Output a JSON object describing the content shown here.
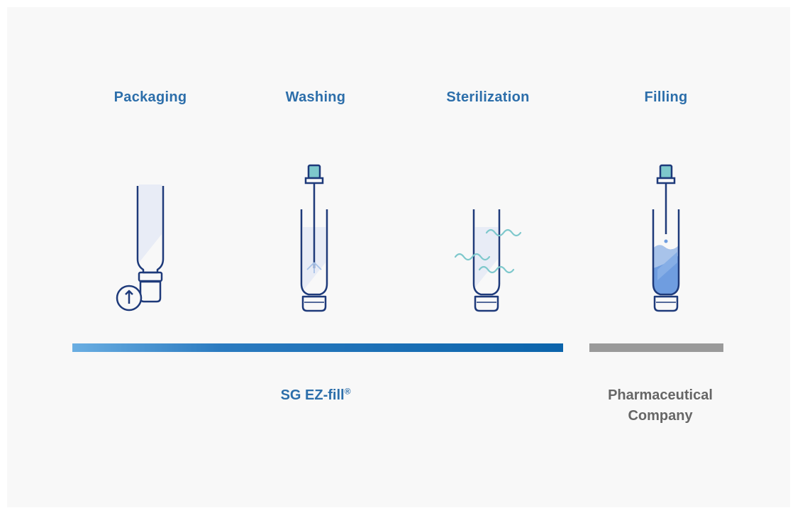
{
  "steps": [
    {
      "title": "Packaging",
      "icon": "syringe-nested-packaging-icon"
    },
    {
      "title": "Washing",
      "icon": "syringe-washing-icon"
    },
    {
      "title": "Sterilization",
      "icon": "syringe-sterilization-icon"
    },
    {
      "title": "Filling",
      "icon": "syringe-filling-icon"
    }
  ],
  "bars": {
    "sg_ezfill": {
      "label": "SG EZ-fill",
      "trademark": "®",
      "color_start": "#6aaee2",
      "color_end": "#0b64ab"
    },
    "pharma": {
      "label_line1": "Pharmaceutical",
      "label_line2": "Company",
      "color": "#9a9a9a"
    }
  },
  "colors": {
    "title": "#2c6eaa",
    "outline": "#1e3a7a",
    "accent": "#7ec8cc",
    "liquid": "#6f9de0",
    "label_gray": "#666666"
  }
}
